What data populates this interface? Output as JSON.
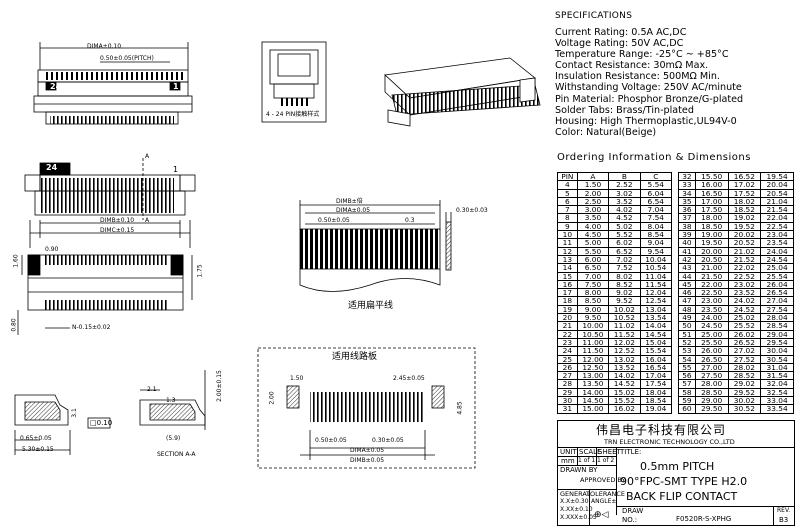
{
  "specifications": {
    "title": "SPECIFICATIONS",
    "lines": [
      "Current Rating: 0.5A AC,DC",
      "Voltage Rating: 50V AC,DC",
      "Temperature Range: -25°C ~ +85°C",
      "Contact Resistance: 30mΩ Max.",
      "Insulation Resistance: 500MΩ Min.",
      "Withstanding Voltage: 250V AC/minute",
      "Pin Material: Phosphor Bronze/G-plated",
      "Solder Tabs: Brass/Tin-plated",
      "Housing: High Thermoplastic,UL94V-0",
      "Color: Natural(Beige)"
    ]
  },
  "ordering": {
    "title": "Ordering Information & Dimensions",
    "headers": [
      "PIN",
      "A",
      "B",
      "C"
    ],
    "left_rows": [
      [
        "4",
        "1.50",
        "2.52",
        "5.54"
      ],
      [
        "5",
        "2.00",
        "3.02",
        "6.04"
      ],
      [
        "6",
        "2.50",
        "3.52",
        "6.54"
      ],
      [
        "7",
        "3.00",
        "4.02",
        "7.04"
      ],
      [
        "8",
        "3.50",
        "4.52",
        "7.54"
      ],
      [
        "9",
        "4.00",
        "5.02",
        "8.04"
      ],
      [
        "10",
        "4.50",
        "5.52",
        "8.54"
      ],
      [
        "11",
        "5.00",
        "6.02",
        "9.04"
      ],
      [
        "12",
        "5.50",
        "6.52",
        "9.54"
      ],
      [
        "13",
        "6.00",
        "7.02",
        "10.04"
      ],
      [
        "14",
        "6.50",
        "7.52",
        "10.54"
      ],
      [
        "15",
        "7.00",
        "8.02",
        "11.04"
      ],
      [
        "16",
        "7.50",
        "8.52",
        "11.54"
      ],
      [
        "17",
        "8.00",
        "9.02",
        "12.04"
      ],
      [
        "18",
        "8.50",
        "9.52",
        "12.54"
      ],
      [
        "19",
        "9.00",
        "10.02",
        "13.04"
      ],
      [
        "20",
        "9.50",
        "10.52",
        "13.54"
      ],
      [
        "21",
        "10.00",
        "11.02",
        "14.04"
      ],
      [
        "22",
        "10.50",
        "11.52",
        "14.54"
      ],
      [
        "23",
        "11.00",
        "12.02",
        "15.04"
      ],
      [
        "24",
        "11.50",
        "12.52",
        "15.54"
      ],
      [
        "25",
        "12.00",
        "13.02",
        "16.04"
      ],
      [
        "26",
        "12.50",
        "13.52",
        "16.54"
      ],
      [
        "27",
        "13.00",
        "14.02",
        "17.04"
      ],
      [
        "28",
        "13.50",
        "14.52",
        "17.54"
      ],
      [
        "29",
        "14.00",
        "15.02",
        "18.04"
      ],
      [
        "30",
        "14.50",
        "15.52",
        "18.54"
      ],
      [
        "31",
        "15.00",
        "16.02",
        "19.04"
      ]
    ],
    "right_rows": [
      [
        "32",
        "15.50",
        "16.52",
        "19.54"
      ],
      [
        "33",
        "16.00",
        "17.02",
        "20.04"
      ],
      [
        "34",
        "16.50",
        "17.52",
        "20.54"
      ],
      [
        "35",
        "17.00",
        "18.02",
        "21.04"
      ],
      [
        "36",
        "17.50",
        "18.52",
        "21.54"
      ],
      [
        "37",
        "18.00",
        "19.02",
        "22.04"
      ],
      [
        "38",
        "18.50",
        "19.52",
        "22.54"
      ],
      [
        "39",
        "19.00",
        "20.02",
        "23.04"
      ],
      [
        "40",
        "19.50",
        "20.52",
        "23.54"
      ],
      [
        "41",
        "20.00",
        "21.02",
        "24.04"
      ],
      [
        "42",
        "20.50",
        "21.52",
        "24.54"
      ],
      [
        "43",
        "21.00",
        "22.02",
        "25.04"
      ],
      [
        "44",
        "21.50",
        "22.52",
        "25.54"
      ],
      [
        "45",
        "22.00",
        "23.02",
        "26.04"
      ],
      [
        "46",
        "22.50",
        "23.52",
        "26.54"
      ],
      [
        "47",
        "23.00",
        "24.02",
        "27.04"
      ],
      [
        "48",
        "23.50",
        "24.52",
        "27.54"
      ],
      [
        "49",
        "24.00",
        "25.02",
        "28.04"
      ],
      [
        "50",
        "24.50",
        "25.52",
        "28.54"
      ],
      [
        "51",
        "25.00",
        "26.02",
        "29.04"
      ],
      [
        "52",
        "25.50",
        "26.52",
        "29.54"
      ],
      [
        "53",
        "26.00",
        "27.02",
        "30.04"
      ],
      [
        "54",
        "26.50",
        "27.52",
        "30.54"
      ],
      [
        "55",
        "27.00",
        "28.02",
        "31.04"
      ],
      [
        "56",
        "27.50",
        "28.52",
        "31.54"
      ],
      [
        "57",
        "28.00",
        "29.02",
        "32.04"
      ],
      [
        "58",
        "28.50",
        "29.52",
        "32.54"
      ],
      [
        "59",
        "29.00",
        "30.02",
        "33.04"
      ],
      [
        "60",
        "29.50",
        "30.52",
        "33.54"
      ]
    ]
  },
  "title_block": {
    "company_cn": "伟昌电子科技有限公司",
    "company_en": "TRN ELECTRONIC TECHNOLOGY CO.,LTD",
    "unit_label": "UNIT",
    "unit_value": "mm",
    "scale_label": "SCALE",
    "scale_value": "1 of 1",
    "sheet_label": "SHEET",
    "sheet_value": "1 of 2",
    "title_label": "TITLE:",
    "title_lines": [
      "0.5mm PITCH",
      "90°FPC-SMT TYPE H2.0",
      "BACK FLIP CONTACT"
    ],
    "drawn_by": "DRAWN BY",
    "approved_by": "APPROVED BY",
    "general": "GENERAL",
    "tolerance": "TOLERANCE",
    "tol1": "X.X±0.30",
    "tol2": "X.XX±0.10",
    "tol3": "X.XXX±0.05",
    "angles": "ANGLE±",
    "draw_label": "DRAW",
    "no_label": "NO.:",
    "drawing_no": "F0520R-S-XPHG",
    "rev_label": "REV.",
    "rev_value": "B3"
  },
  "drawing": {
    "top_dim_a": "DIMA±0.10",
    "top_pitch": "0.50±0.05(PITCH)",
    "pin24_top": "24",
    "pin1_top": "1",
    "pin_label_box": "4 - 24 PIN接触样式",
    "front_pin24": "24",
    "front_pin1": "1",
    "front_a": "A",
    "front_a2": "A",
    "dim_b": "DIMB±0.10",
    "dim_c": "DIMC±0.15",
    "dim_090": "0.90",
    "dim_160": "1.60",
    "dim_175": "1.75",
    "dim_080": "0.80",
    "dim_n": "N-0.15±0.02",
    "fpc_dimb": "DIMB±倍",
    "fpc_dima": "DIMA±0.05",
    "fpc_pitch": "0.50±0.05",
    "fpc_03": "0.3",
    "fpc_thick": "0.30±0.03",
    "fpc_caption": "适用扁平线",
    "pcb_caption": "适用线路板",
    "pcb_150": "1.50",
    "pcb_245": "2.45±0.05",
    "pcb_200": "2.00",
    "pcb_485": "4.85",
    "pcb_pitch": "0.50±0.05",
    "pcb_030": "0.30±0.05",
    "pcb_dima": "DIMA±0.05",
    "pcb_dimb": "DIMB±0.05",
    "side_31": "3.1",
    "side_065": "0.65±0.05",
    "side_530": "5.30±0.15",
    "sec_21": "2.1",
    "sec_13": "1.3",
    "sec_59": "(5.9)",
    "sec_200": "2.00±0.15",
    "section_label": "SECTION A-A"
  }
}
